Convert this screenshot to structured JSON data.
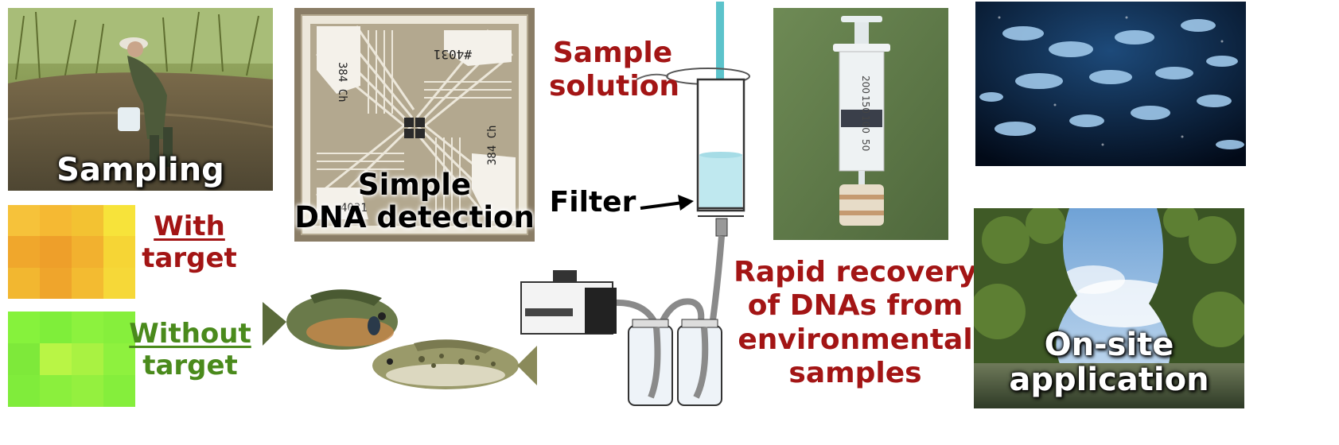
{
  "labels": {
    "sampling": "Sampling",
    "detection_line1": "Simple",
    "detection_line2": "DNA detection",
    "sample_solution_line1": "Sample",
    "sample_solution_line2": "solution",
    "filter": "Filter",
    "with_target_line1": "With",
    "with_target_line2": "target",
    "without_target_line1": "Without",
    "without_target_line2": "target",
    "recovery_line1": "Rapid recovery",
    "recovery_line2": "of DNAs from",
    "recovery_line3": "environmental",
    "recovery_line4": "samples",
    "onsite_line1": "On-site",
    "onsite_line2": "application"
  },
  "chip": {
    "label_top": "#4031",
    "label_left": "384 Ch",
    "label_right": "384 Ch",
    "label_bottom": "4031"
  },
  "syringe_marks": [
    "200",
    "150",
    "100",
    "50"
  ],
  "heatmaps": {
    "with_target_colors": [
      "#f6c23a",
      "#f5b933",
      "#f3c232",
      "#f7e33a",
      "#f0a72c",
      "#ee9f2a",
      "#f2b12f",
      "#f6d535",
      "#f2b730",
      "#ef a52c",
      "#f3bb31",
      "#f6d838"
    ],
    "without_target_colors": [
      "#86f23c",
      "#7fee3a",
      "#8cf23e",
      "#86ef3c",
      "#7ee93a",
      "#b9f545",
      "#a9f242",
      "#8ef13e",
      "#80ec3b",
      "#8bef3d",
      "#94f03f",
      "#85ee3c"
    ]
  },
  "colors": {
    "red_text": "#a31515",
    "green_text": "#4a8a1c",
    "arrow_cyan": "#5cc3cb"
  }
}
